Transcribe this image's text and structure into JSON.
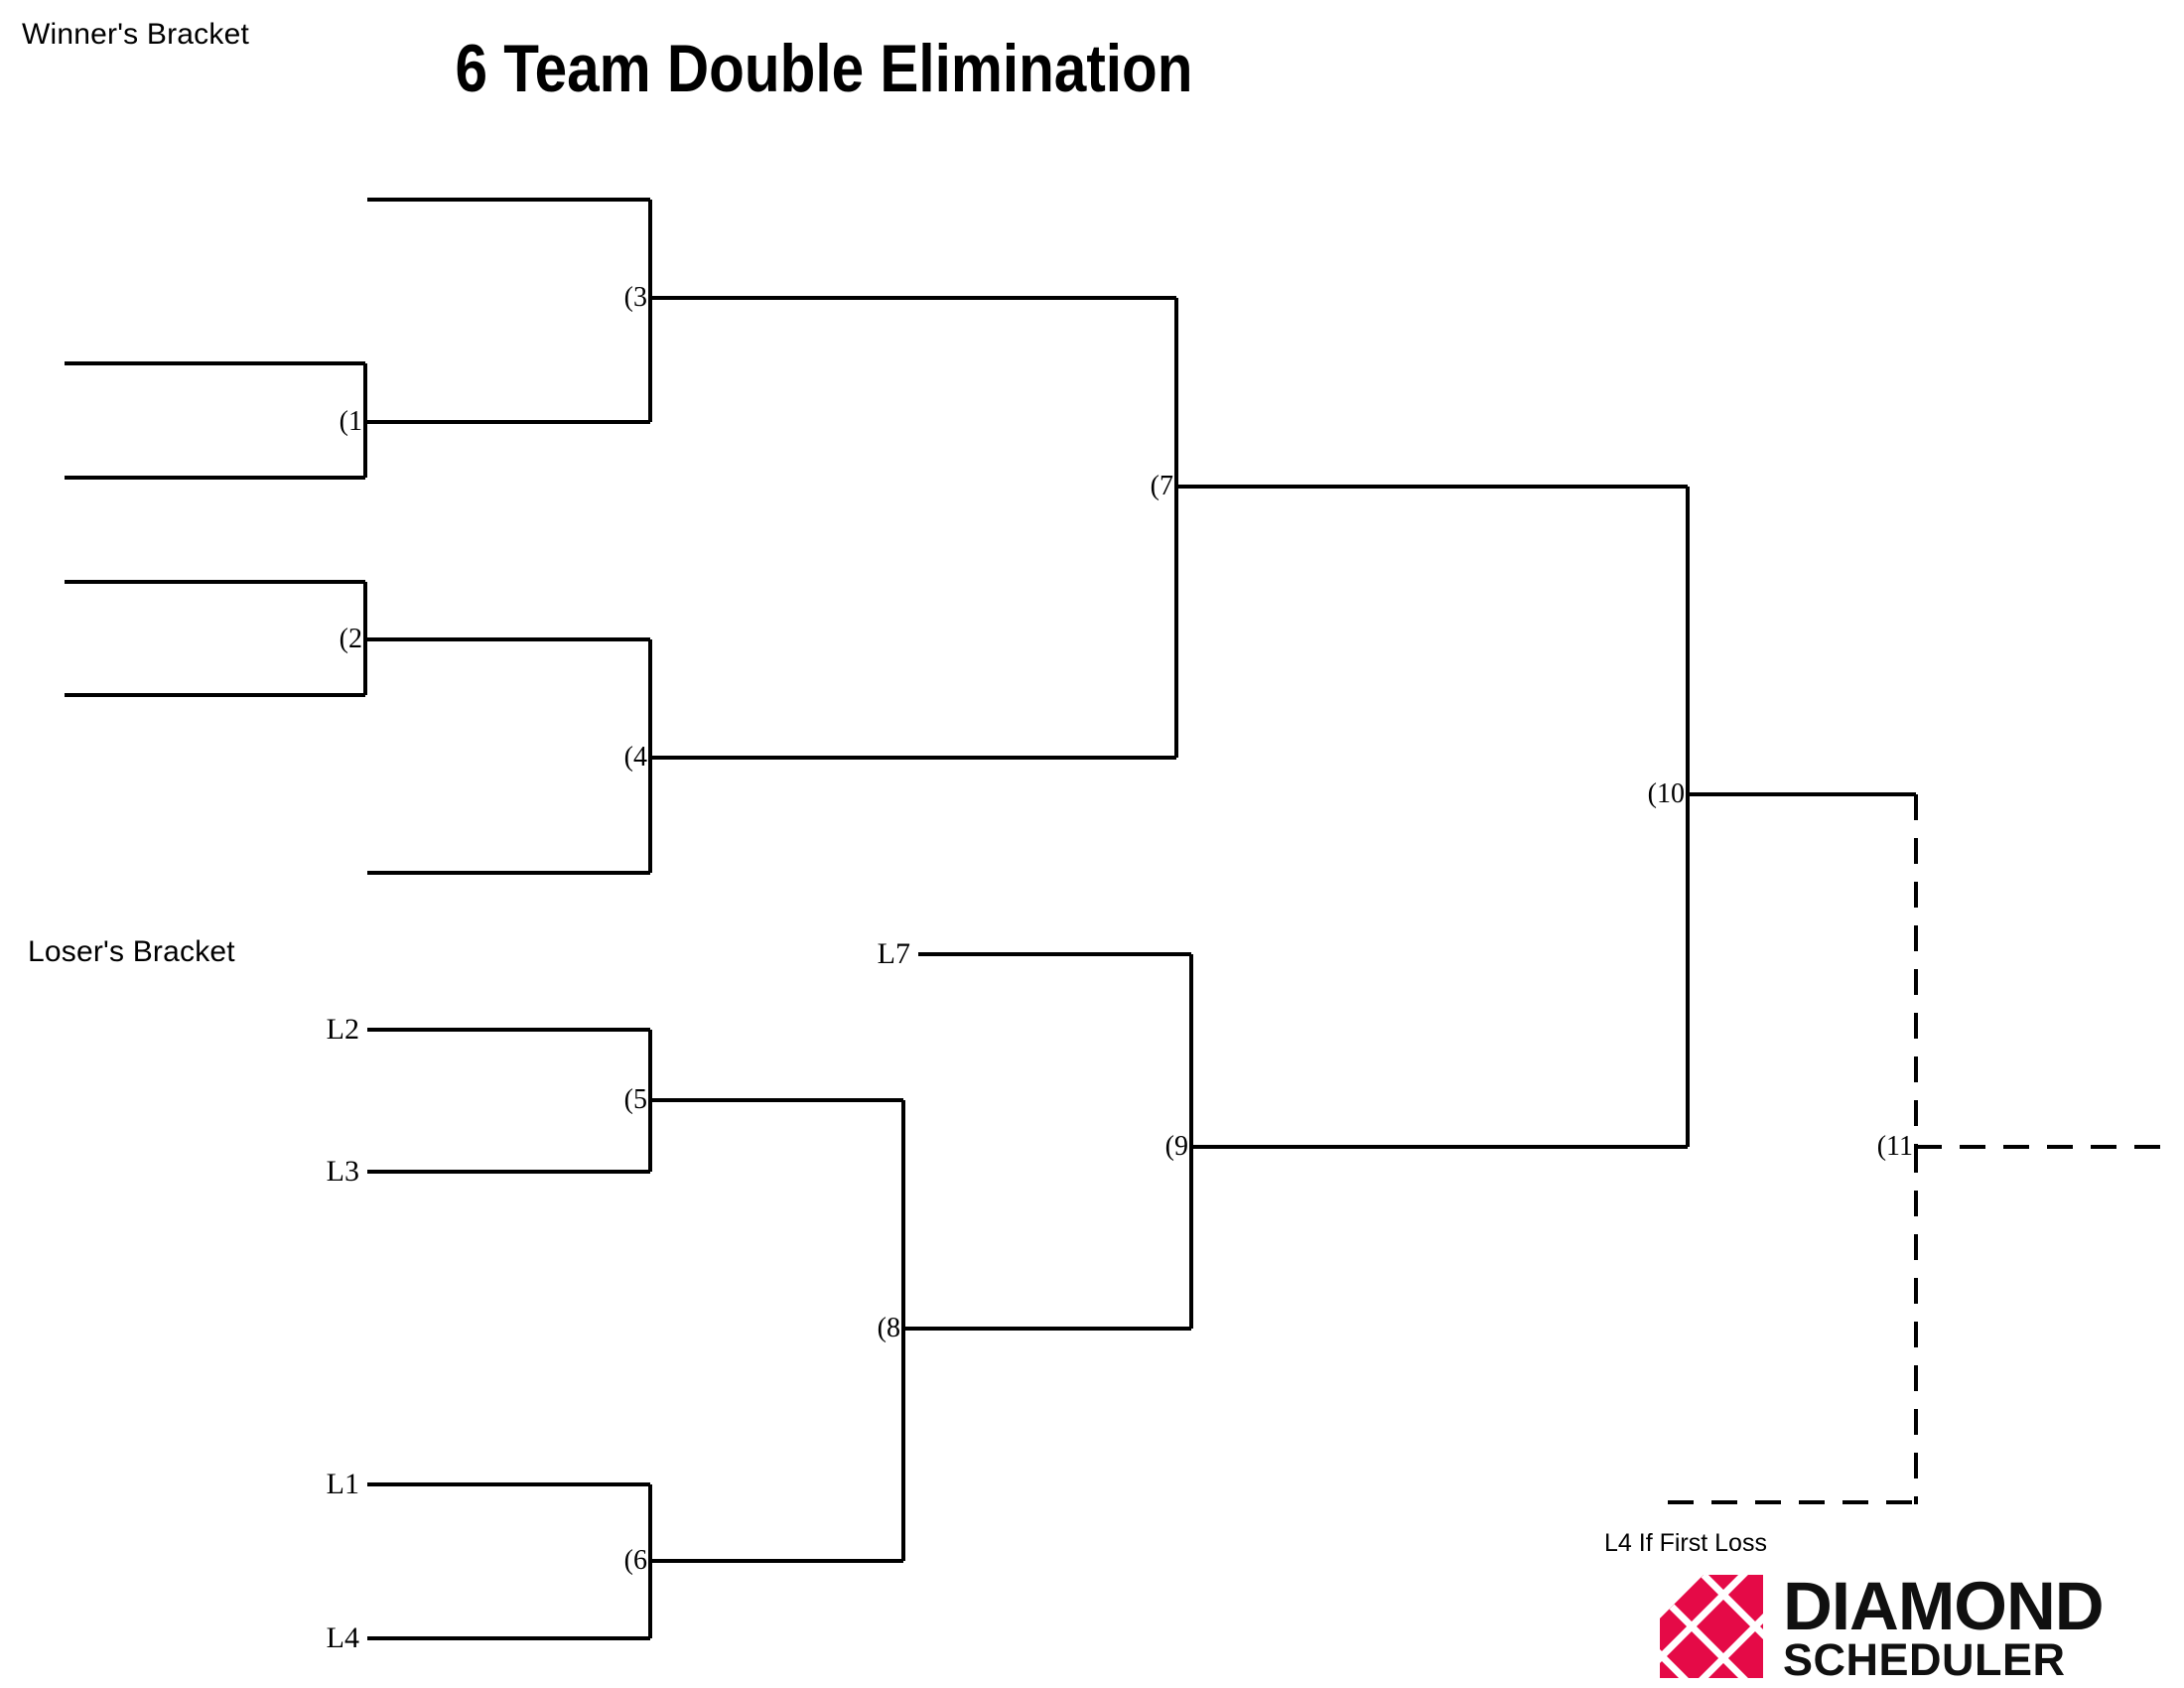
{
  "title": "6 Team Double Elimination",
  "headings": {
    "winners": "Winner's Bracket",
    "losers": "Loser's Bracket"
  },
  "notes": {
    "l4_if_first_loss": "L4 If First Loss"
  },
  "logo": {
    "word_top": "DIAMOND",
    "word_bottom": "SCHEDULER",
    "mark_color": "#E50A47",
    "text_color": "#101010"
  },
  "colors": {
    "line": "#000000",
    "background": "#FFFFFF"
  },
  "winners_bracket": {
    "games": [
      {
        "id": "1",
        "label": "(1"
      },
      {
        "id": "2",
        "label": "(2"
      },
      {
        "id": "3",
        "label": "(3"
      },
      {
        "id": "4",
        "label": "(4"
      },
      {
        "id": "7",
        "label": "(7"
      },
      {
        "id": "10",
        "label": "(10"
      }
    ]
  },
  "losers_bracket": {
    "games": [
      {
        "id": "5",
        "label": "(5"
      },
      {
        "id": "6",
        "label": "(6"
      },
      {
        "id": "8",
        "label": "(8"
      },
      {
        "id": "9",
        "label": "(9"
      }
    ],
    "seeds": [
      {
        "id": "L2",
        "label": "L2"
      },
      {
        "id": "L3",
        "label": "L3"
      },
      {
        "id": "L1",
        "label": "L1"
      },
      {
        "id": "L4",
        "label": "L4"
      },
      {
        "id": "L7",
        "label": "L7"
      }
    ]
  },
  "final": {
    "games": [
      {
        "id": "11",
        "label": "(11"
      }
    ]
  }
}
